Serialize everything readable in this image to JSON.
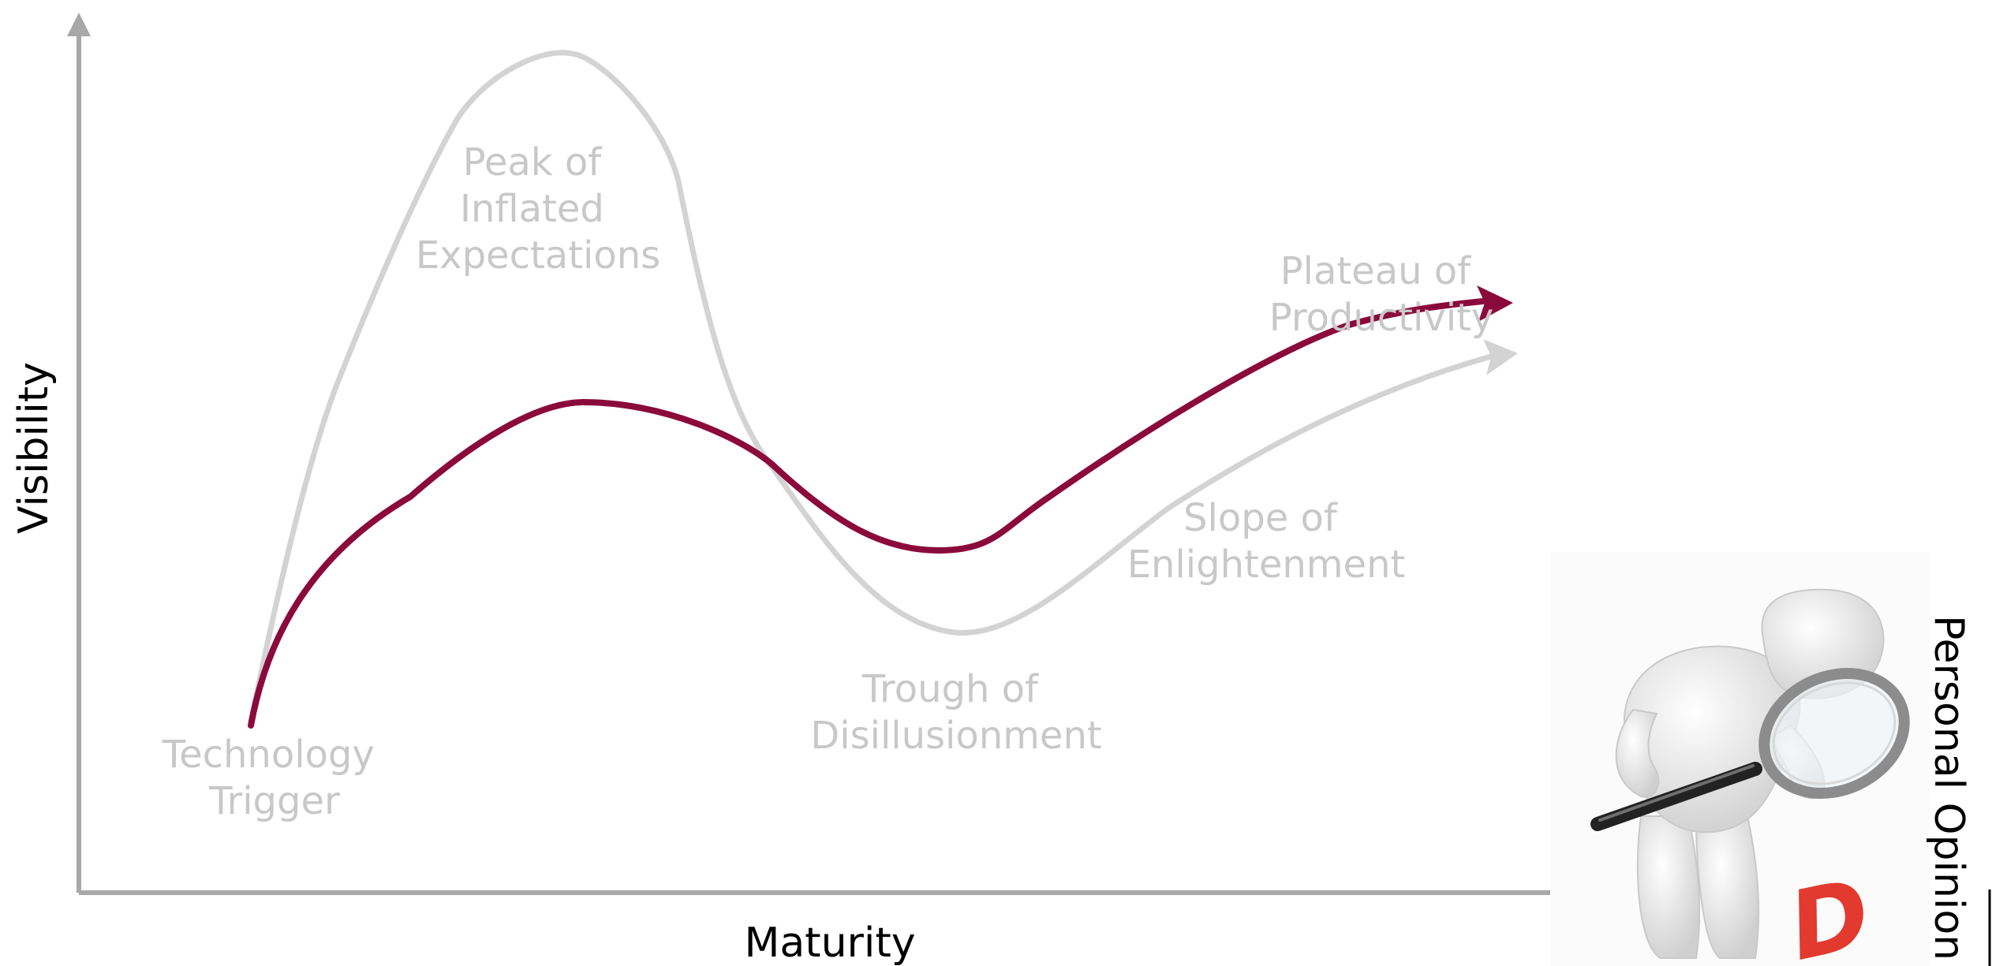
{
  "axes": {
    "y_label": "Visibility",
    "x_label": "Maturity"
  },
  "stages": {
    "technology_trigger": [
      "Technology",
      "Trigger"
    ],
    "peak": [
      "Peak of",
      "Inflated",
      "Expectations"
    ],
    "trough": [
      "Trough of",
      "Disillusionment"
    ],
    "slope": [
      "Slope of",
      "Enlightenment"
    ],
    "plateau": [
      "Plateau of",
      "Productivity"
    ]
  },
  "side_label": "Personal Opinion",
  "logo_letter": "D",
  "colors": {
    "hype_curve": "#d3d3d3",
    "opinion_curve": "#8b0a3c",
    "axis": "#a8a8a8",
    "stage_text": "#c8c8c8",
    "logo": "#e23a2e"
  }
}
